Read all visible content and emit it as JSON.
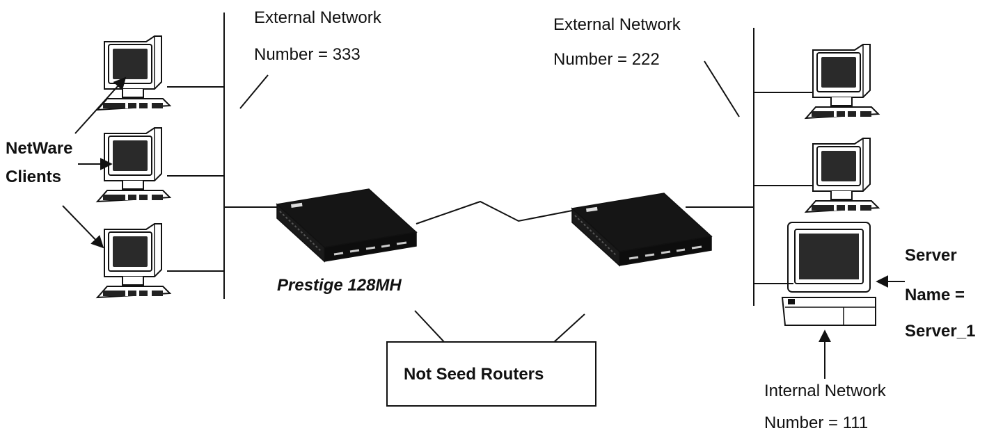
{
  "labels": {
    "left_network_line1": "External Network",
    "left_network_line2": "Number = 333",
    "right_network_line1": "External Network",
    "right_network_line2": "Number = 222",
    "clients_line1": "NetWare",
    "clients_line2": "Clients",
    "router_name": "Prestige 128MH",
    "not_seed_routers": "Not Seed Routers",
    "server_line1": "Server",
    "server_line2": "Name =",
    "server_line3": "Server_1",
    "internal_network_line1": "Internal Network",
    "internal_network_line2": "Number = 111"
  },
  "icons": [
    "workstation-icon",
    "router-icon",
    "server-icon",
    "arrow-icon"
  ],
  "colors": {
    "stroke": "#111111",
    "screen": "#2a2a2a",
    "background": "#ffffff"
  }
}
